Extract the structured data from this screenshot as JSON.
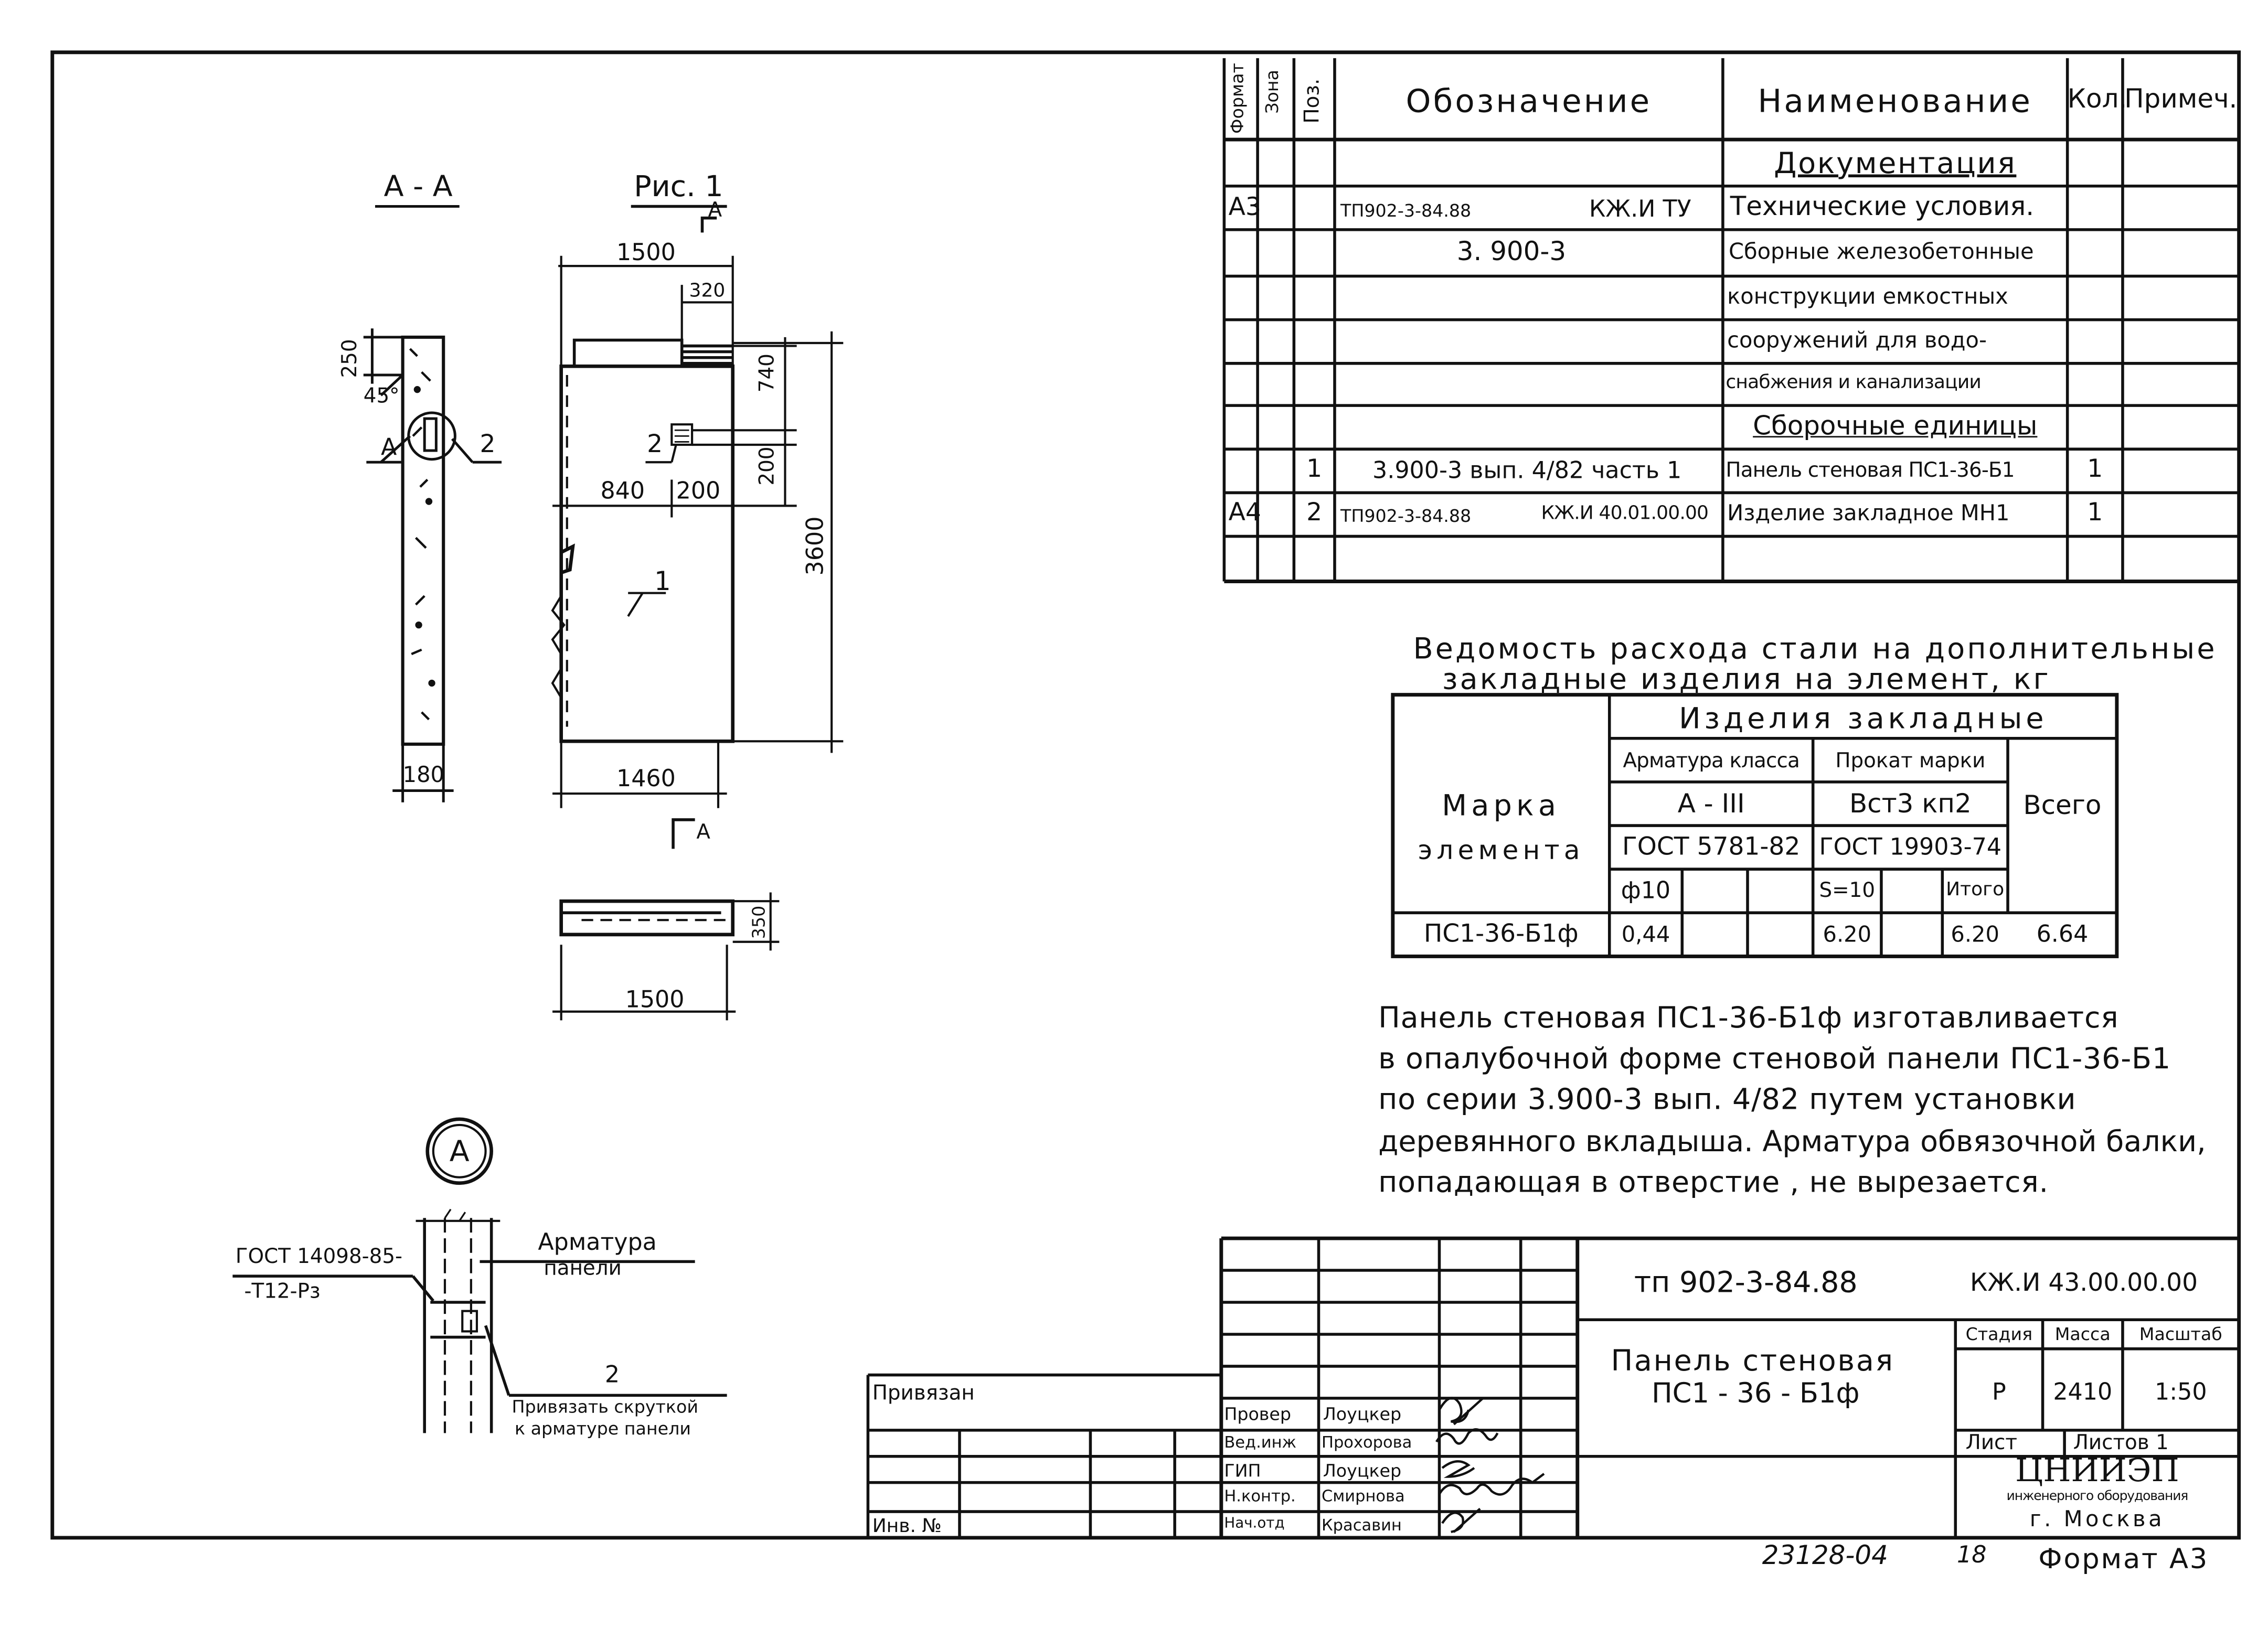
{
  "spec_table": {
    "headers": {
      "format": "Формат",
      "zone": "Зона",
      "pos": "Поз.",
      "designation": "Обозначение",
      "name": "Наименование",
      "qty": "Кол.",
      "note": "Примеч."
    },
    "rows": [
      {
        "format": "",
        "pos": "",
        "designation": "",
        "name": "Документация",
        "qty": ""
      },
      {
        "format": "А3",
        "pos": "",
        "designation": "ТП902-3-84.88",
        "designation2": "КЖ.И ТУ",
        "name": "Технические условия.",
        "qty": ""
      },
      {
        "format": "",
        "pos": "",
        "designation": "3. 900-3",
        "name": "Сборные железобетонные",
        "qty": ""
      },
      {
        "format": "",
        "pos": "",
        "designation": "",
        "name": "конструкции емкостных",
        "qty": ""
      },
      {
        "format": "",
        "pos": "",
        "designation": "",
        "name": "сооружений для водо-",
        "qty": ""
      },
      {
        "format": "",
        "pos": "",
        "designation": "",
        "name": "снабжения и канализации",
        "qty": ""
      },
      {
        "format": "",
        "pos": "",
        "designation": "",
        "name": "Сборочные единицы",
        "qty": ""
      },
      {
        "format": "",
        "pos": "1",
        "designation": "3.900-3 вып. 4/82 часть 1",
        "name": "Панель стеновая ПС1-36-Б1",
        "qty": "1"
      },
      {
        "format": "А4",
        "pos": "2",
        "designation": "ТП902-3-84.88",
        "designation2": "КЖ.И 40.01.00.00",
        "name": "Изделие закладное МН1",
        "qty": "1"
      },
      {
        "format": "",
        "pos": "",
        "designation": "",
        "name": "",
        "qty": ""
      }
    ]
  },
  "steel_table": {
    "title_line1": "Ведомость расхода стали на дополнительные",
    "title_line2": "закладные изделия на элемент, кг",
    "group_header": "Изделия закладные",
    "mark_header_1": "Марка",
    "mark_header_2": "элемента",
    "rebar_class": "Арматура класса",
    "rebar_grade": "А - III",
    "rebar_gost": "ГОСТ 5781-82",
    "rolled_mark": "Прокат марки",
    "rolled_grade": "Вст3 кп2",
    "rolled_gost": "ГОСТ 19903-74",
    "total_header": "Всего",
    "sub_phi10": "ф10",
    "sub_s10": "S=10",
    "sub_itogo": "Итого",
    "row": {
      "mark": "ПС1-36-Б1ф",
      "phi10": "0,44",
      "s10": "6.20",
      "itogo": "6.20",
      "total": "6.64"
    }
  },
  "note": {
    "line1": "Панель стеновая  ПС1-36-Б1ф  изготавливается",
    "line2": "в опалубочной  форме стеновой  панели ПС1-36-Б1",
    "line3": "по серии  3.900-3  вып. 4/82  путем  установки",
    "line4": "деревянного  вкладыша.  Арматура  обвязочной  балки,",
    "line5": "попадающая  в  отверстие ,  не  вырезается."
  },
  "drawing": {
    "section_label": "А - А",
    "fig_label": "Рис. 1",
    "cut_mark": "А",
    "dims": {
      "top_width": "1500",
      "d320": "320",
      "d740": "740",
      "d200v": "200",
      "d840": "840",
      "d200h": "200",
      "height": "3600",
      "bottom_width": "1460",
      "plan_width": "1500",
      "plan_depth": "350",
      "sec_250": "250",
      "sec_45": "45°",
      "sec_180": "180"
    },
    "callouts": {
      "pos1": "1",
      "pos2": "2",
      "sec_pos2": "2",
      "sec_a": "А"
    },
    "detail": {
      "circle_label": "А",
      "gost_line1": "ГОСТ 14098-85-",
      "gost_line2": "-Т12-Рз",
      "rebar_line1": "Арматура",
      "rebar_line2": "панели",
      "pos2": "2",
      "tie_line1": "Привязать скруткой",
      "tie_line2": "к арматуре панели"
    }
  },
  "title_block": {
    "tied": "Привязан",
    "inv": "Инв. №",
    "code": "тп 902-3-84.88",
    "code2": "КЖ.И  43.00.00.00",
    "title_line1": "Панель  стеновая",
    "title_line2": "ПС1 - 36 - Б1ф",
    "stage_h": "Стадия",
    "mass_h": "Масса",
    "scale_h": "Масштаб",
    "stage": "Р",
    "mass": "2410",
    "scale": "1:50",
    "sheet": "Лист",
    "sheets": "Листов 1",
    "org1": "ЦНИИЭП",
    "org2": "инженерного оборудования",
    "org3": "г. Москва",
    "staff": [
      {
        "role": "Провер",
        "name": "Лоуцкер"
      },
      {
        "role": "Вед.инж",
        "name": "Прохорова"
      },
      {
        "role": "ГИП",
        "name": "Лоуцкер"
      },
      {
        "role": "Н.контр.",
        "name": "Смирнова"
      },
      {
        "role": "Нач.отд",
        "name": "Красавин"
      }
    ]
  },
  "footer": {
    "number": "23128-04",
    "sheet_no": "18",
    "format": "Формат А3"
  }
}
